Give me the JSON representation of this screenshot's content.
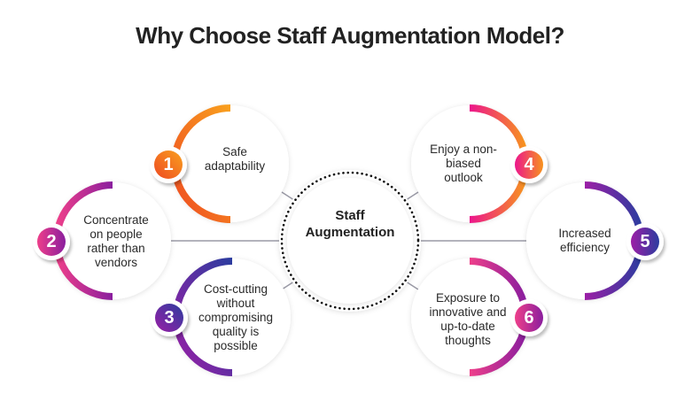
{
  "title": "Why Choose Staff Augmentation Model?",
  "center": {
    "label_line1": "Staff",
    "label_line2": "Augmentation"
  },
  "items": [
    {
      "number": "1",
      "text": "Safe adaptability",
      "gradient": [
        "#f0501e",
        "#f99a1e"
      ]
    },
    {
      "number": "2",
      "text": "Concentrate on people rather than vendors",
      "gradient": [
        "#ec3f8c",
        "#8e1c9e"
      ]
    },
    {
      "number": "3",
      "text": "Cost-cutting without compromising quality is possible",
      "gradient": [
        "#8e1c9e",
        "#2b3a9e"
      ]
    },
    {
      "number": "4",
      "text": "Enjoy a non-biased outlook",
      "gradient": [
        "#ec1c8c",
        "#f7931e"
      ]
    },
    {
      "number": "5",
      "text": "Increased efficiency",
      "gradient": [
        "#9c1fa6",
        "#2b3a9e"
      ]
    },
    {
      "number": "6",
      "text": "Exposure to innovative and up-to-date thoughts",
      "gradient": [
        "#ec3f8c",
        "#8e1c9e"
      ]
    }
  ]
}
